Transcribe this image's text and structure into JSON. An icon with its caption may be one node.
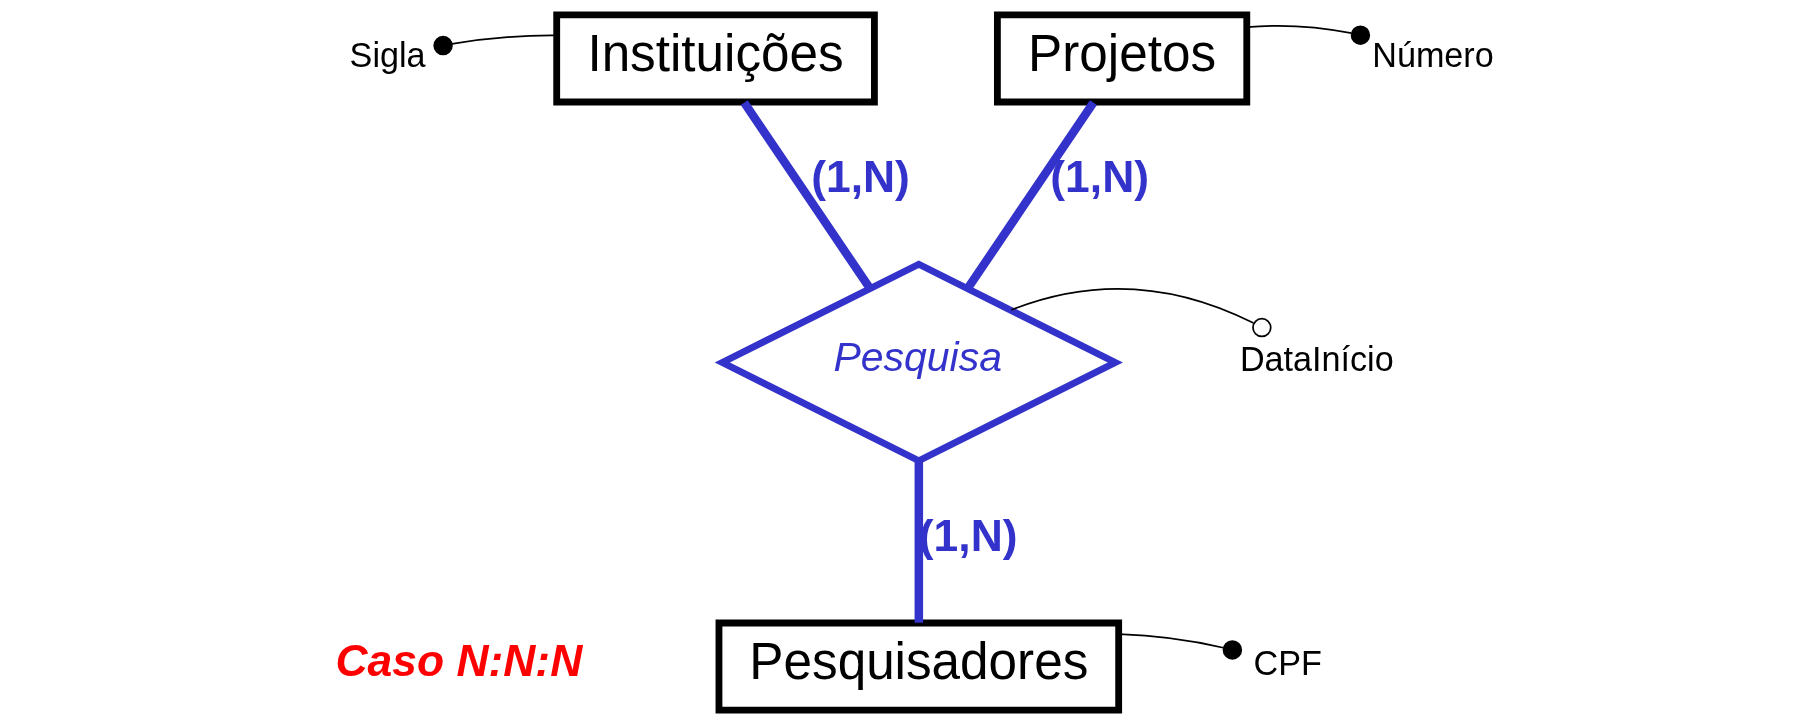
{
  "diagram": {
    "nodes": [
      {
        "text": [
          "Instituições"
        ]
      },
      {
        "text": [
          "Projetos"
        ]
      },
      {
        "text": [
          "Pesquisa"
        ]
      },
      {
        "text": [
          "Pesquisadores"
        ]
      },
      {
        "text": [
          "Sigla"
        ]
      },
      {
        "text": [
          "Número"
        ]
      },
      {
        "text": [
          "DataInício"
        ]
      },
      {
        "text": [
          "CPF"
        ]
      }
    ],
    "edges": [
      {
        "from": 0,
        "to": 2,
        "arrow": "none",
        "label": "(1,N)",
        "style": "thick",
        "color": "#3333cc"
      },
      {
        "from": 1,
        "to": 2,
        "arrow": "none",
        "label": "(1,N)",
        "style": "thick",
        "color": "#3333cc"
      },
      {
        "from": 2,
        "to": 3,
        "arrow": "none",
        "label": "(1,N)",
        "style": "thick",
        "color": "#3333cc"
      },
      {
        "from": 4,
        "to": 0,
        "arrow": "other"
      },
      {
        "from": 1,
        "to": 5,
        "arrow": "other"
      },
      {
        "from": 2,
        "to": 6,
        "arrow": "other"
      },
      {
        "from": 3,
        "to": 7,
        "arrow": "other"
      }
    ],
    "labels": [
      "Caso N:N:N"
    ]
  }
}
